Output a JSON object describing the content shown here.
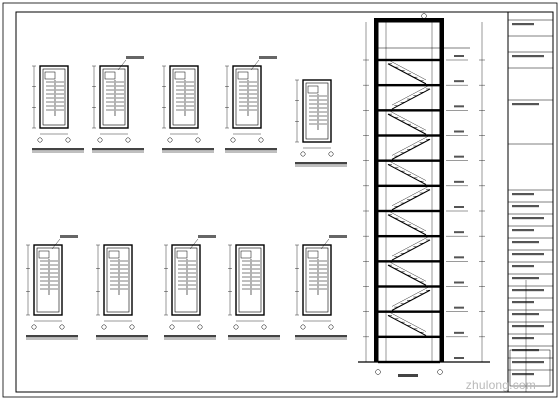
{
  "drawing": {
    "plans": [
      {
        "id": "p1"
      },
      {
        "id": "p2"
      },
      {
        "id": "p3"
      },
      {
        "id": "p4"
      },
      {
        "id": "p5"
      },
      {
        "id": "p6"
      },
      {
        "id": "p7"
      },
      {
        "id": "p8"
      },
      {
        "id": "p9"
      },
      {
        "id": "p10"
      }
    ],
    "section": {
      "flights": 11,
      "floors": 12
    },
    "title_block": {
      "rows": 22
    }
  },
  "watermark": {
    "text": "zhulong.com"
  }
}
